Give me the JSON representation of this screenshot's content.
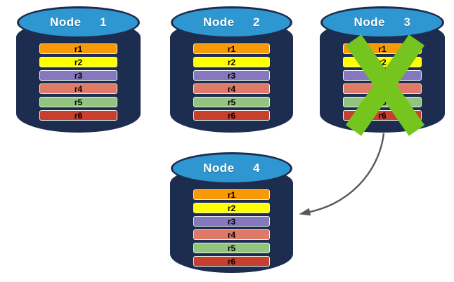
{
  "diagram": {
    "colors": {
      "cylinder_body": "#1D2D50",
      "cylinder_cap": "#2E96D0",
      "cap_label": "#FFFFFF",
      "row_label": "#000000",
      "row_border": "#F0F0F0",
      "x_mark": "#76C41E",
      "arrow": "#595959"
    },
    "nodes": [
      {
        "label": "Node  1",
        "rows": [
          {
            "label": "r1",
            "color": "#F79A05"
          },
          {
            "label": "r2",
            "color": "#FFFF00"
          },
          {
            "label": "r3",
            "color": "#8678BD"
          },
          {
            "label": "r4",
            "color": "#DF7A68"
          },
          {
            "label": "r5",
            "color": "#93C47D"
          },
          {
            "label": "r6",
            "color": "#C7402D"
          }
        ]
      },
      {
        "label": "Node  2",
        "rows": [
          {
            "label": "r1",
            "color": "#F79A05"
          },
          {
            "label": "r2",
            "color": "#FFFF00"
          },
          {
            "label": "r3",
            "color": "#8678BD"
          },
          {
            "label": "r4",
            "color": "#DF7A68"
          },
          {
            "label": "r5",
            "color": "#93C47D"
          },
          {
            "label": "r6",
            "color": "#C7402D"
          }
        ]
      },
      {
        "label": "Node  3",
        "rows": [
          {
            "label": "r1",
            "color": "#F79A05"
          },
          {
            "label": "r2",
            "color": "#FFFF00"
          },
          {
            "label": "r3",
            "color": "#8678BD"
          },
          {
            "label": "r4",
            "color": "#DF7A68"
          },
          {
            "label": "r5",
            "color": "#93C47D"
          },
          {
            "label": "r6",
            "color": "#C7402D"
          }
        ]
      },
      {
        "label": "Node  4",
        "rows": [
          {
            "label": "r1",
            "color": "#F79A05"
          },
          {
            "label": "r2",
            "color": "#FFFF00"
          },
          {
            "label": "r3",
            "color": "#8678BD"
          },
          {
            "label": "r4",
            "color": "#DF7A68"
          },
          {
            "label": "r5",
            "color": "#93C47D"
          },
          {
            "label": "r6",
            "color": "#C7402D"
          }
        ]
      }
    ],
    "failed_node_marker": {
      "shape": "x-mark",
      "on_node": "Node 3",
      "color": "#76C41E"
    },
    "arrow": {
      "from_node": "Node 3",
      "to_node": "Node 4",
      "color": "#595959"
    }
  }
}
